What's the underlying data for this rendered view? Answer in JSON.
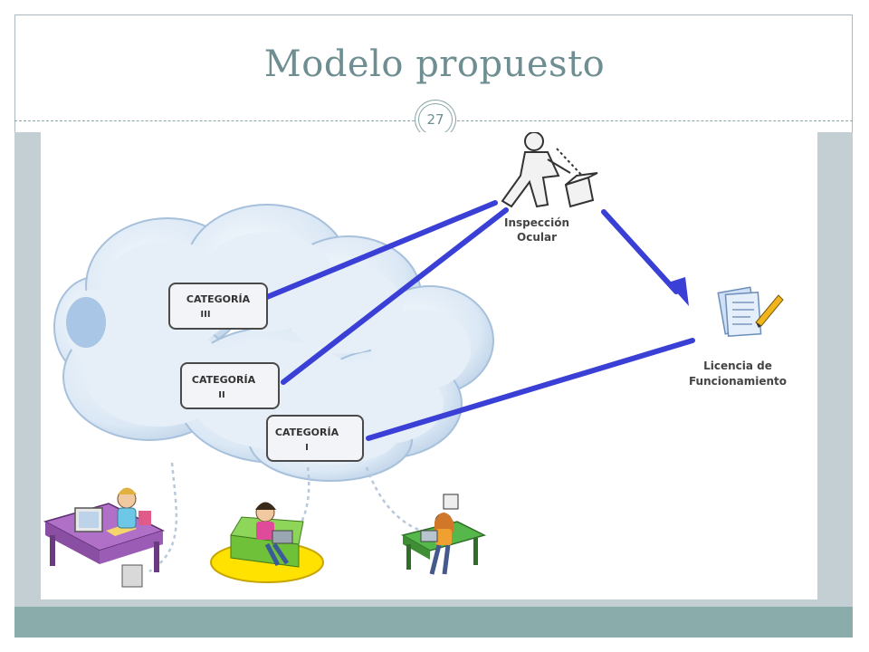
{
  "slide": {
    "title": "Modelo  propuesto",
    "page_number": "27"
  },
  "diagram": {
    "categories": [
      {
        "line1": "CATEGORÍA",
        "line2": "III"
      },
      {
        "line1": "CATEGORÍA",
        "line2": "II"
      },
      {
        "line1": "CATEGORÍA",
        "line2": "I"
      }
    ],
    "inspection": {
      "line1": "Inspección",
      "line2": "Ocular"
    },
    "license": {
      "line1": "Licencia de",
      "line2": "Funcionamiento"
    },
    "icons": [
      "cloud-icon",
      "inspector-figure-icon",
      "license-document-icon",
      "desk-worker-icon",
      "armchair-laptop-user-icon",
      "bench-laptop-user-icon"
    ],
    "colors": {
      "arrow": "#3a3fd6",
      "cloud": "#d7e6f4",
      "cloud_outline": "#9fb9d6",
      "title": "#6e8e92",
      "band": "#c4cfd3",
      "footer": "#8aadab"
    }
  }
}
